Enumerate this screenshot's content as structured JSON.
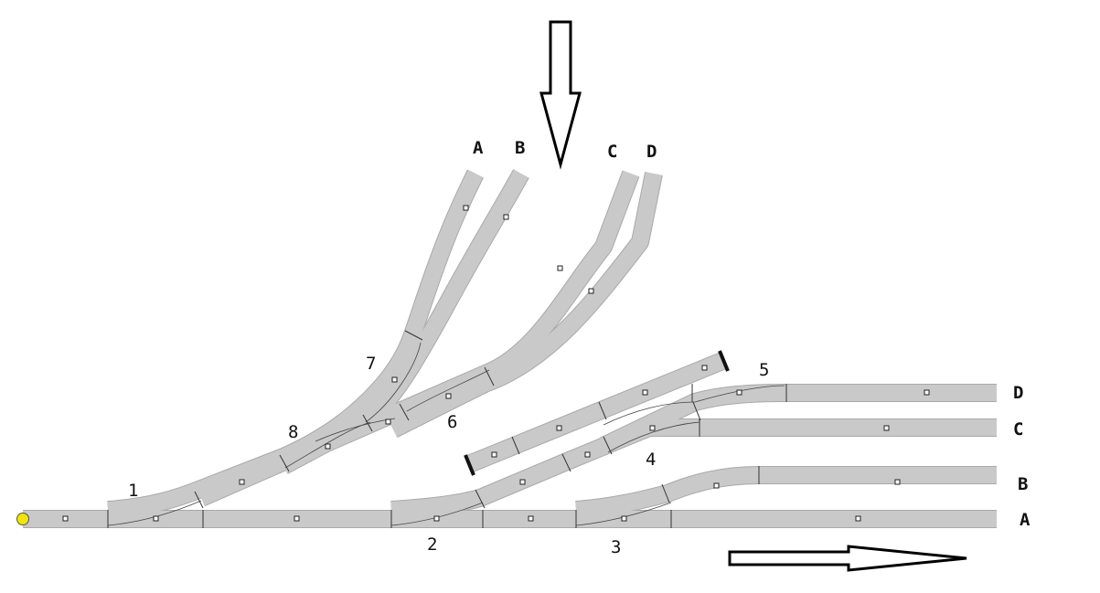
{
  "diagram": {
    "top_exit_labels": [
      "A",
      "B",
      "C",
      "D"
    ],
    "right_exit_labels": [
      "D",
      "C",
      "B",
      "A"
    ],
    "turnout_numbers": [
      "1",
      "2",
      "3",
      "4",
      "5",
      "6",
      "7",
      "8"
    ],
    "colors": {
      "rail_fill": "#c9c9c9",
      "rail_edge": "#a9a9a9",
      "start_dot": "#f2e600",
      "arrow_outline": "#000000"
    }
  }
}
